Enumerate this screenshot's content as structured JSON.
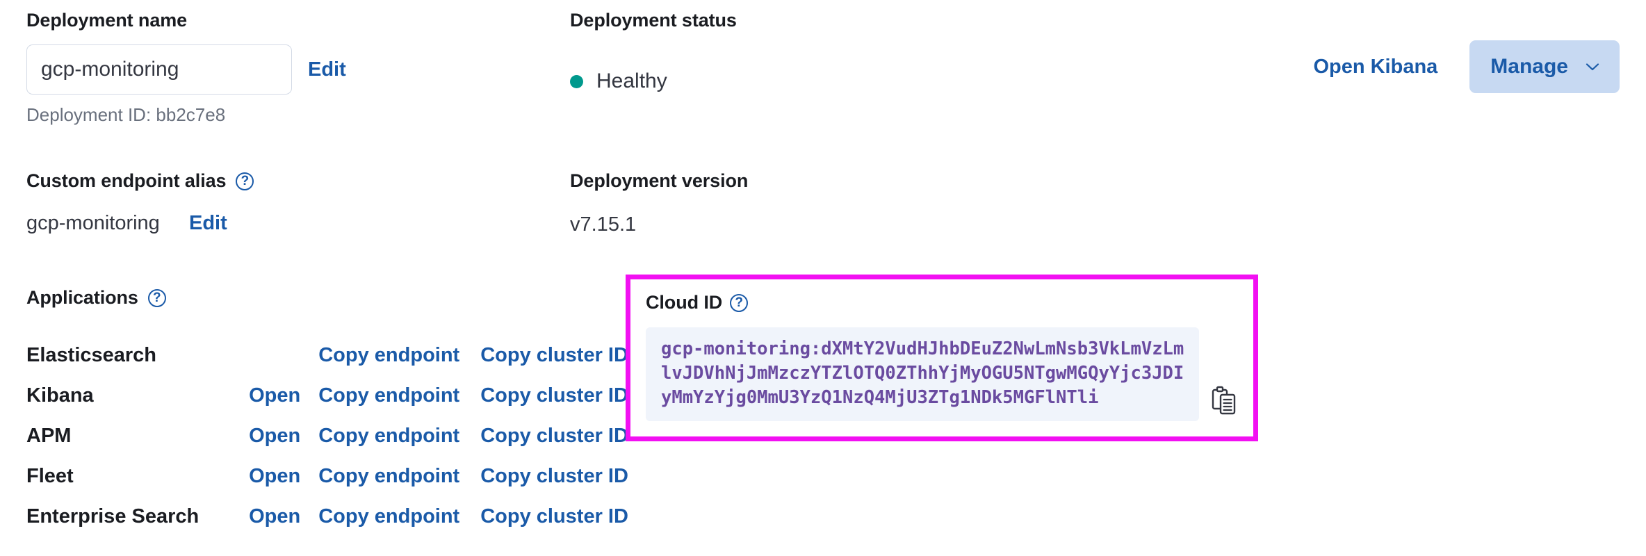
{
  "deployment_name": {
    "label": "Deployment name",
    "value": "gcp-monitoring",
    "edit_label": "Edit",
    "deployment_id_text": "Deployment ID: bb2c7e8"
  },
  "deployment_status": {
    "label": "Deployment status",
    "status_text": "Healthy",
    "status_color": "#00998d"
  },
  "header_actions": {
    "open_kibana_label": "Open Kibana",
    "manage_label": "Manage",
    "manage_bg": "#c7d9f2",
    "link_color": "#1a5aa8"
  },
  "custom_endpoint_alias": {
    "label": "Custom endpoint alias",
    "help": "?",
    "value": "gcp-monitoring",
    "edit_label": "Edit"
  },
  "deployment_version": {
    "label": "Deployment version",
    "value": "v7.15.1"
  },
  "applications": {
    "label": "Applications",
    "help": "?",
    "actions": {
      "open": "Open",
      "copy_endpoint": "Copy endpoint",
      "copy_cluster_id": "Copy cluster ID"
    },
    "rows": [
      {
        "name": "Elasticsearch",
        "open": "",
        "copy_endpoint": "Copy endpoint",
        "copy_cluster_id": "Copy cluster ID"
      },
      {
        "name": "Kibana",
        "open": "Open",
        "copy_endpoint": "Copy endpoint",
        "copy_cluster_id": "Copy cluster ID"
      },
      {
        "name": "APM",
        "open": "Open",
        "copy_endpoint": "Copy endpoint",
        "copy_cluster_id": "Copy cluster ID"
      },
      {
        "name": "Fleet",
        "open": "Open",
        "copy_endpoint": "Copy endpoint",
        "copy_cluster_id": "Copy cluster ID"
      },
      {
        "name": "Enterprise Search",
        "open": "Open",
        "copy_endpoint": "Copy endpoint",
        "copy_cluster_id": "Copy cluster ID"
      }
    ]
  },
  "cloud_id": {
    "label": "Cloud ID",
    "help": "?",
    "value": "gcp-monitoring:dXMtY2VudHJhbDEuZ2NwLmNsb3VkLmVzLmlvJDVhNjJmMzczYTZlOTQ0ZThhYjMyOGU5NTgwMGQyYjc3JDIyMmYzYjg0MmU3YzQ1NzQ4MjU3ZTg1NDk5MGFlNTli",
    "highlight_color": "#f210f2",
    "code_color": "#6a4ba0",
    "code_bg": "#f0f4fb",
    "copy_icon": "clipboard-icon"
  }
}
